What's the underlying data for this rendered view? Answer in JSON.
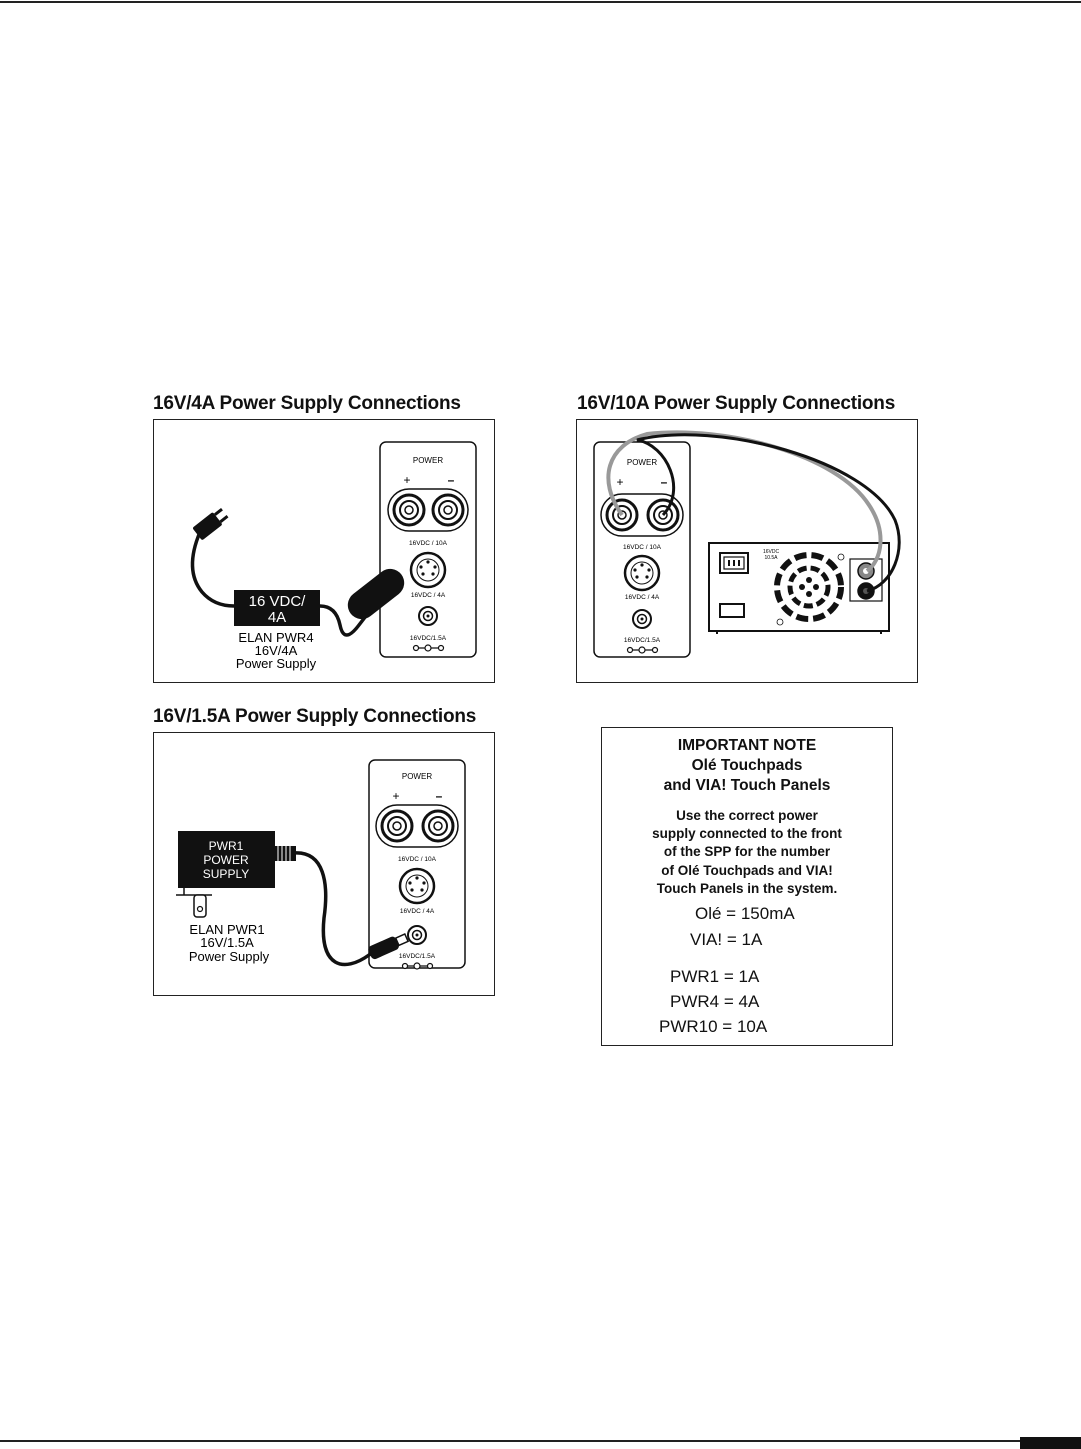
{
  "headings": {
    "pwr4": "16V/4A Power Supply Connections",
    "pwr10": "16V/10A Power Supply Connections",
    "pwr1": "16V/1.5A Power Supply Connections"
  },
  "spp_panel": {
    "power_label": "POWER",
    "plus": "+",
    "minus": "–",
    "label_10a": "16VDC / 10A",
    "label_4a": "16VDC / 4A",
    "label_1_5a": "16VDC/1.5A"
  },
  "pwr4_diagram": {
    "adapter_label_line1": "16 VDC/",
    "adapter_label_line2": "4A",
    "caption_line1": "ELAN PWR4",
    "caption_line2": "16V/4A",
    "caption_line3": "Power Supply"
  },
  "pwr10_diagram": {
    "unit_rating_line1": "16VDC",
    "unit_rating_line2": "10.5A"
  },
  "pwr1_diagram": {
    "adapter_label_line1": "PWR1",
    "adapter_label_line2": "POWER",
    "adapter_label_line3": "SUPPLY",
    "caption_line1": "ELAN PWR1",
    "caption_line2": "16V/1.5A",
    "caption_line3": "Power Supply"
  },
  "note": {
    "title_line1": "IMPORTANT NOTE",
    "title_line2": "Olé Touchpads",
    "title_line3": "and VIA! Touch Panels",
    "body_line1": "Use the correct power",
    "body_line2": "supply connected to the front",
    "body_line3": "of the SPP for the number",
    "body_line4": "of Olé Touchpads and VIA!",
    "body_line5": "Touch Panels in the system.",
    "ole": "Olé = 150mA",
    "via": "VIA! = 1A",
    "pwr1": "PWR1 = 1A",
    "pwr4": "PWR4 = 4A",
    "pwr10": "PWR10 = 10A"
  }
}
